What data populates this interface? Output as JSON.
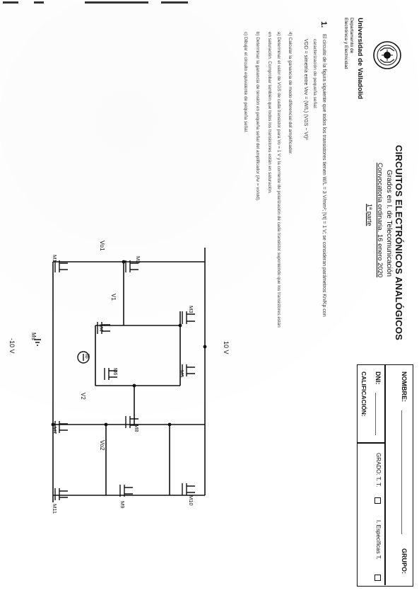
{
  "university": {
    "name": "Universidad de Valladolid",
    "department": "Departamento de Electrónica y Electricidad"
  },
  "exam": {
    "title": "CIRCUITOS ELECTRÓNICOS ANALÓGICOS",
    "degree": "Grados en I. de Telecomunicación",
    "session": "Convocatoria ordinaria. 16 enero 2020",
    "part": "1ª parte"
  },
  "form": {
    "name_label": "NOMBRE:",
    "group_label": "GRUPO:",
    "dni_label": "DNI:",
    "grade_label": "CALIFICACIÓN:",
    "option_a": "GRADO: T. T.",
    "option_b": "I. Específicas T."
  },
  "question": {
    "number": "1.",
    "statement": "El circuito de la figura siguiente que todos los transistores tienen W/L = 3 V/mm²; |Vt| = 1 V; se consideran parámetros Kn/Kp con",
    "formula_line": "VDD = simetría entre Vov = (W/L) (VGS − Vt)²",
    "note": "caracterización de pequeña señal:",
    "items": [
      "4)  Calcular la ganancia de modo diferencial del amplificador.",
      "a)  Determinar el valor de VGS de cada transistor para Vo = 1 V y la corriente de polarización de cada transistor suponiendo que los transistores están",
      "     en saturación. Comprobar también que todos los transistores están en saturación.",
      "b)  Determinar la ganancia de tensión en pequeña señal del amplificador (Av = vo/vid).",
      "c)  Dibujar el circuito equivalente de pequeña señal."
    ]
  },
  "circuit": {
    "labels": {
      "vdd": "10 V",
      "vss": "-10 V",
      "vo1": "Vo1",
      "vo2": "Vo2",
      "v1": "V1",
      "v2": "V2",
      "ib": "Ib",
      "m1": "M1",
      "m2": "M2",
      "m3": "M3",
      "m4": "M4",
      "m5": "M5",
      "m6": "M6",
      "m7": "M7",
      "m8": "M8",
      "m9": "M9",
      "m10": "M10",
      "m11": "M11",
      "ms": "Ms"
    }
  }
}
